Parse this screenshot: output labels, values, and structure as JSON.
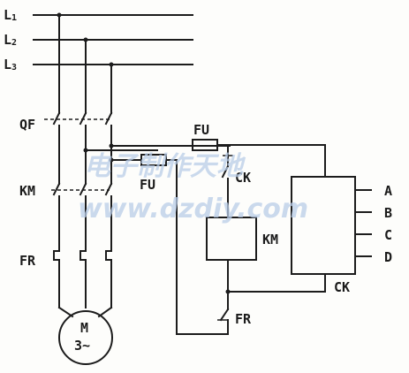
{
  "lines": [
    {
      "main": "L",
      "sub": "1"
    },
    {
      "main": "L",
      "sub": "2"
    },
    {
      "main": "L",
      "sub": "3"
    }
  ],
  "labels": {
    "qf": "QF",
    "km_main": "KM",
    "fr_main": "FR",
    "motor_main": "M",
    "motor_sub": "3~",
    "fu_top": "FU",
    "fu_left": "FU",
    "ck_contact": "CK",
    "km_coil": "KM",
    "fr_contact": "FR",
    "ck_box": "CK",
    "outputs": [
      "A",
      "B",
      "C",
      "D"
    ]
  },
  "watermark": {
    "cn": "电子制作天地",
    "url": "www.dzdiy.com"
  }
}
